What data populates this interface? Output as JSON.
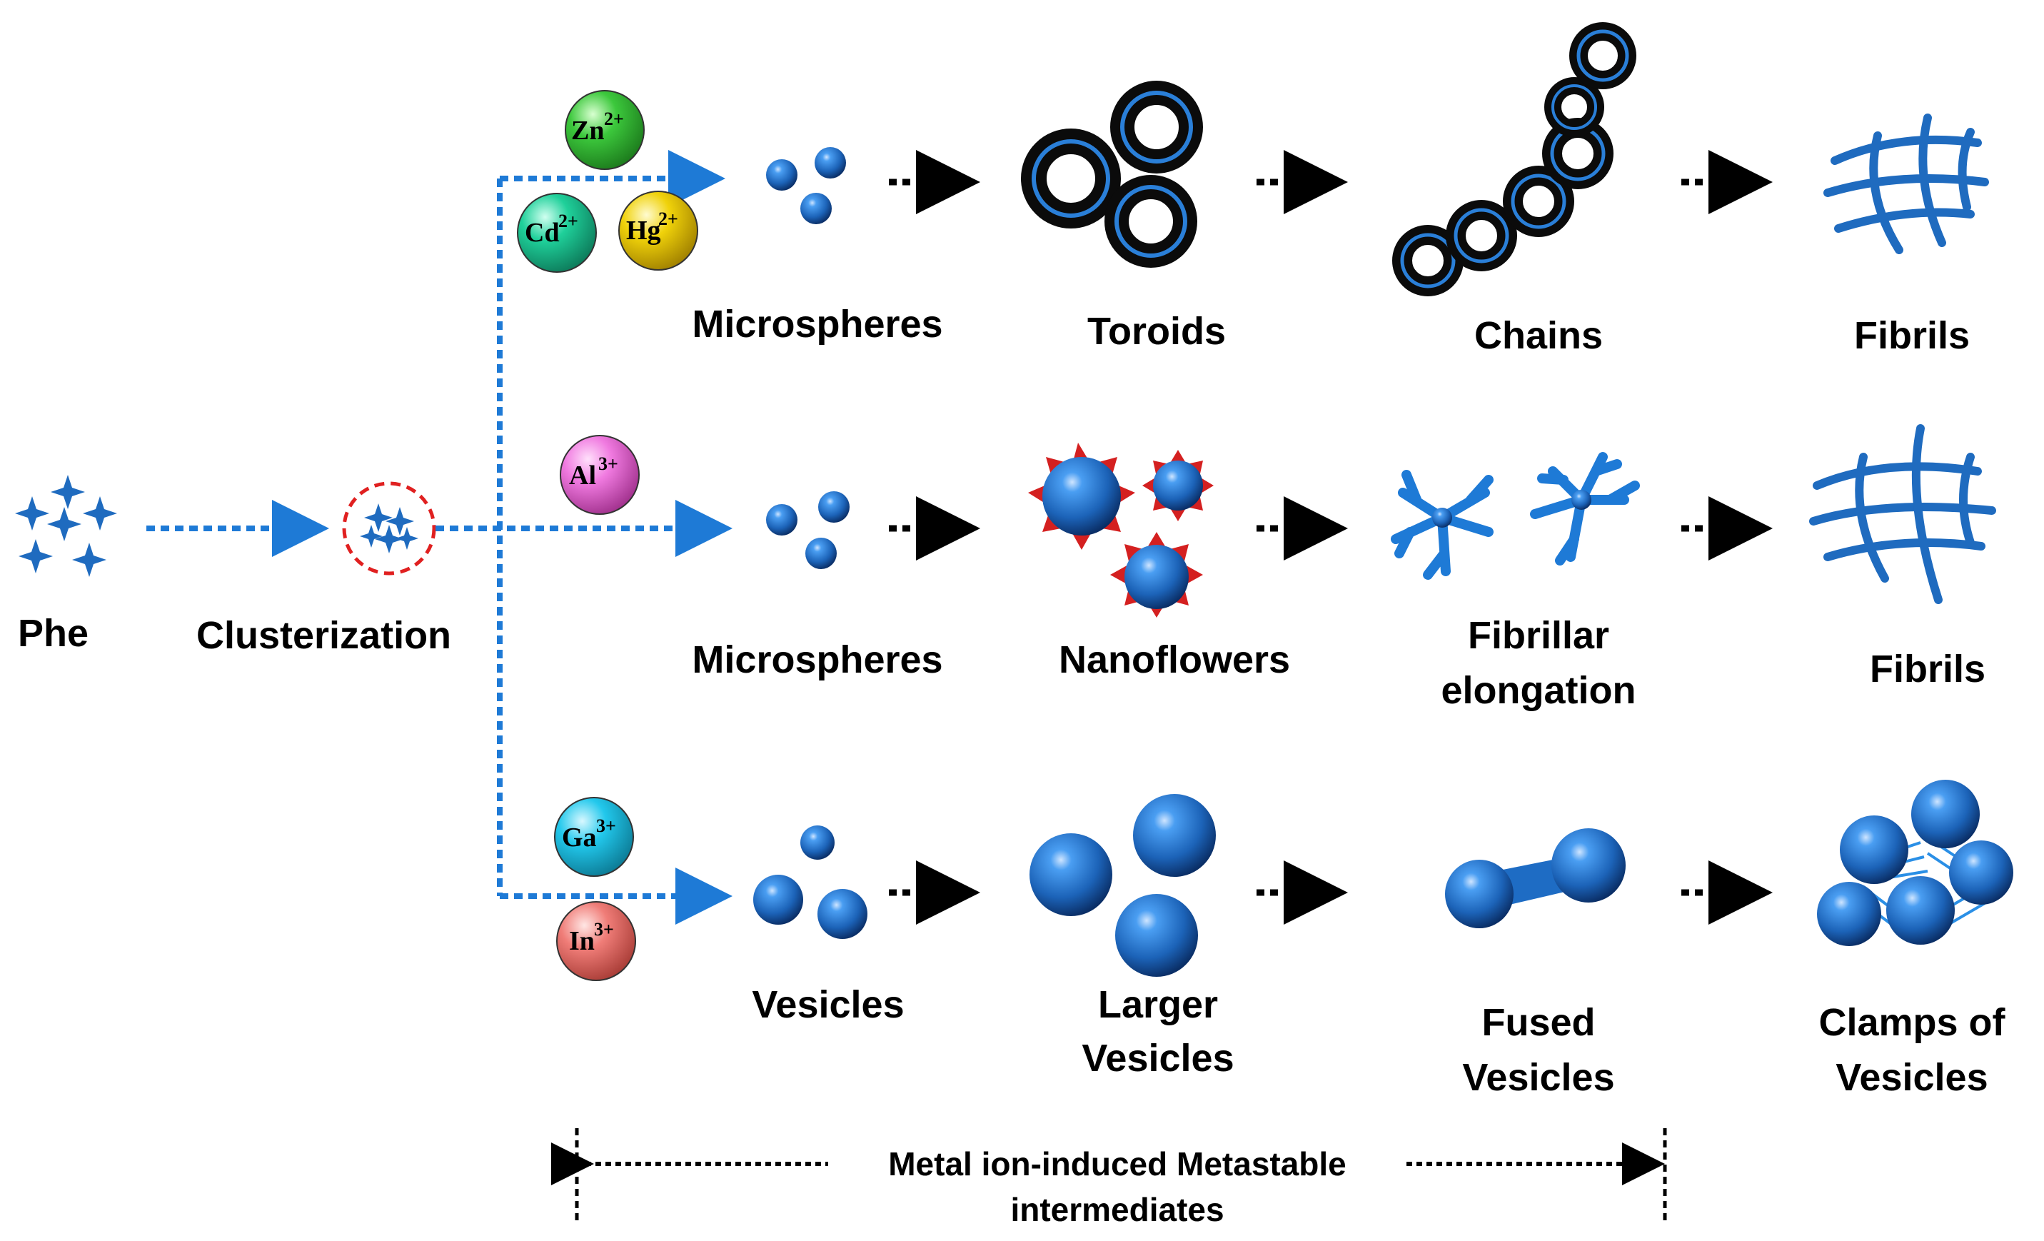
{
  "start": {
    "phe": "Phe",
    "clusterization": "Clusterization"
  },
  "rows": [
    {
      "ions": [
        {
          "symbol": "Zn",
          "charge": "2+",
          "color": "#3cc83c"
        },
        {
          "symbol": "Cd",
          "charge": "2+",
          "color": "#1fd09a"
        },
        {
          "symbol": "Hg",
          "charge": "2+",
          "color": "#f0d20a"
        }
      ],
      "stages": [
        "Microspheres",
        "Toroids",
        "Chains",
        "Fibrils"
      ]
    },
    {
      "ions": [
        {
          "symbol": "Al",
          "charge": "3+",
          "color": "#f07ae0"
        }
      ],
      "stages": [
        "Microspheres",
        "Nanoflowers",
        "Fibrillar elongation",
        "Fibrils"
      ],
      "stage3_lines": [
        "Fibrillar",
        "elongation"
      ]
    },
    {
      "ions": [
        {
          "symbol": "Ga",
          "charge": "3+",
          "color": "#22c8ec"
        },
        {
          "symbol": "In",
          "charge": "3+",
          "color": "#f07d78"
        }
      ],
      "stages": [
        "Vesicles",
        "Larger Vesicles",
        "Fused Vesicles",
        "Clamps of Vesicles"
      ],
      "stage2_lines": [
        "Larger",
        "Vesicles"
      ],
      "stage3_lines": [
        "Fused",
        "Vesicles"
      ],
      "stage4_lines": [
        "Clamps of",
        "Vesicles"
      ]
    }
  ],
  "footer": {
    "line1": "Metal ion-induced Metastable",
    "line2": "intermediates"
  },
  "colors": {
    "sphere": "#1f6bbf",
    "arrow_blue": "#1e7ad6",
    "arrow_black": "#000000",
    "cluster_ring": "#e02020"
  }
}
